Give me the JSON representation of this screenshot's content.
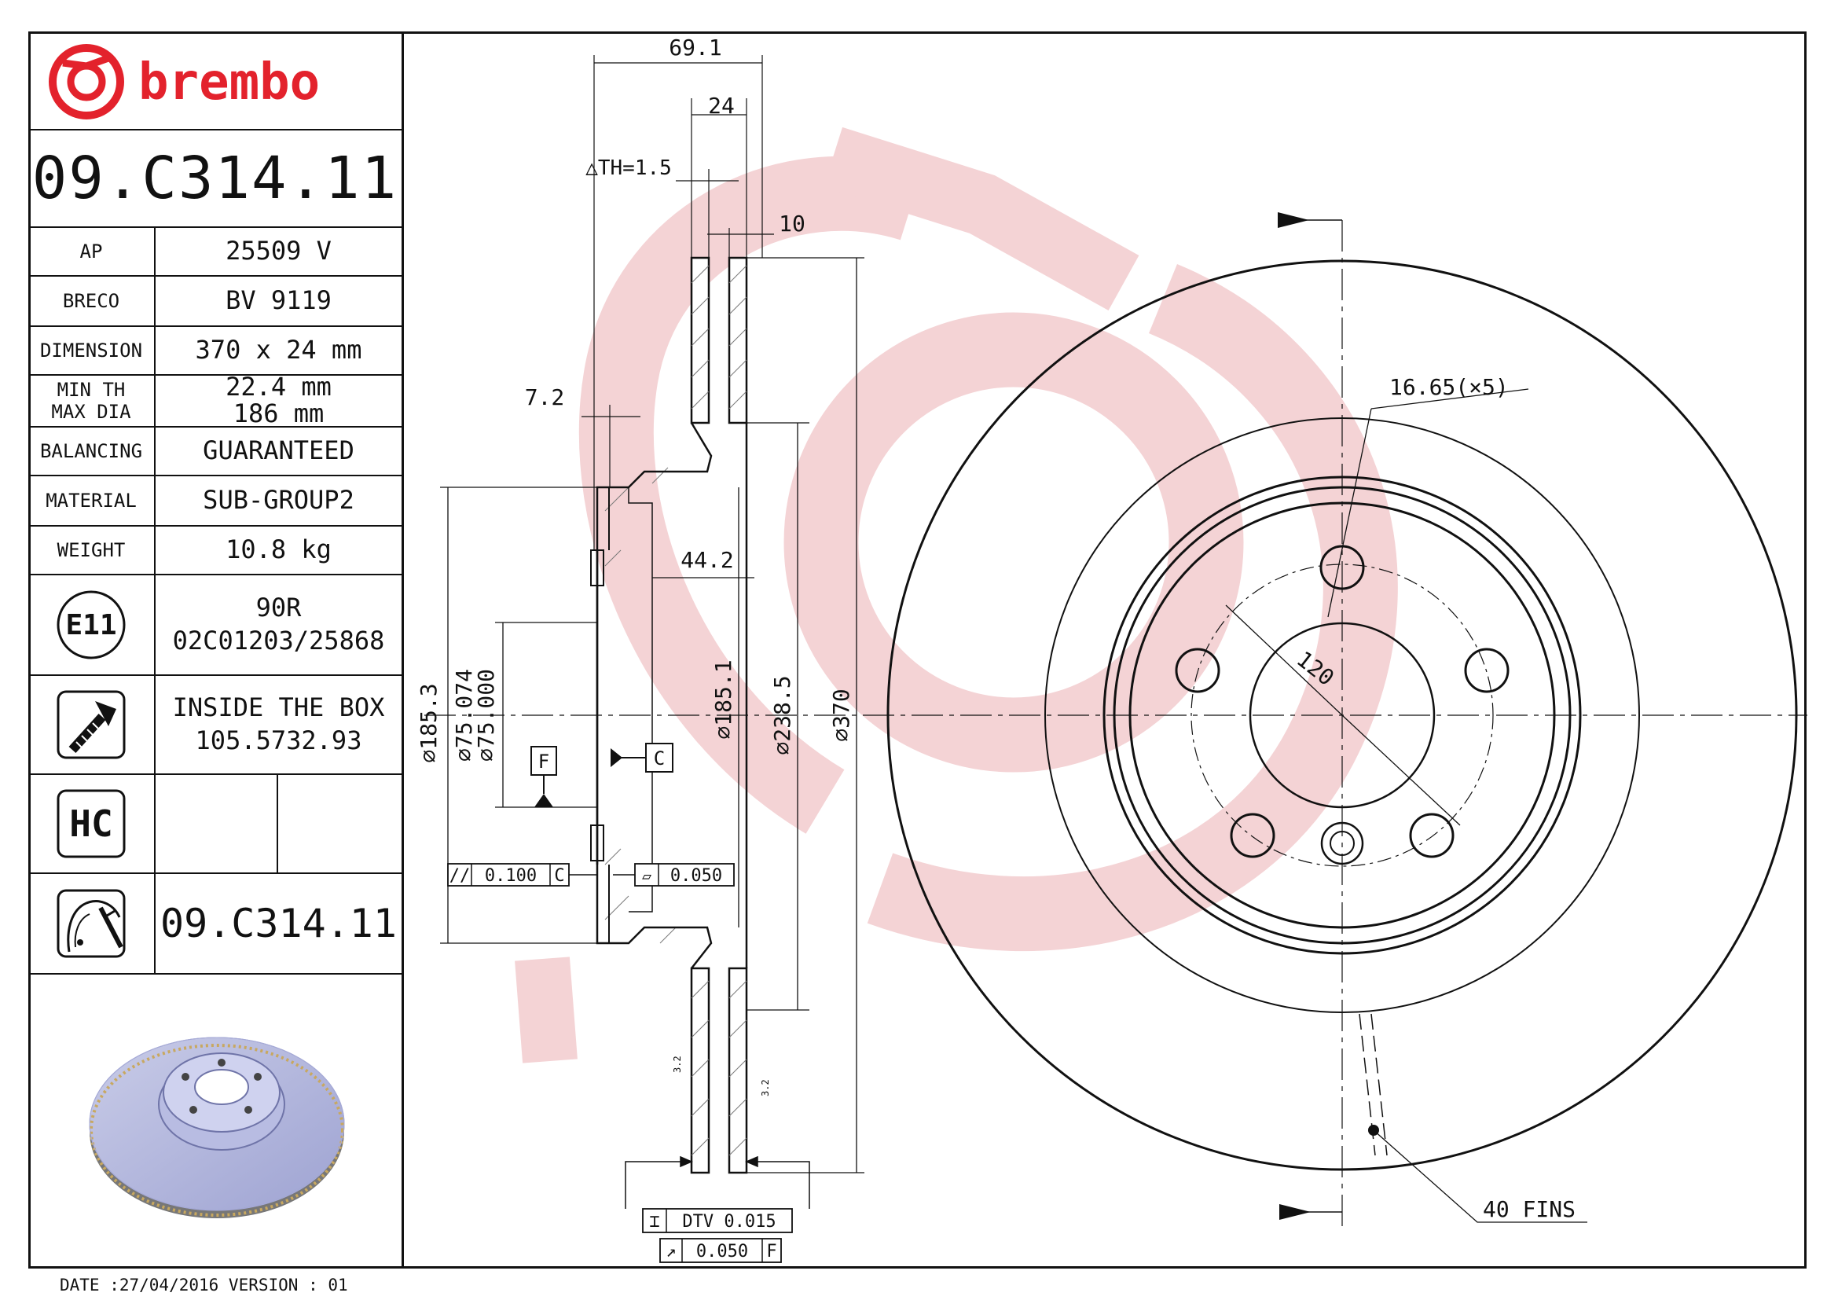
{
  "brand": {
    "name": "brembo",
    "color": "#e3222c"
  },
  "part_number": "09.C314.11",
  "specs": [
    {
      "label": "AP",
      "value": "25509 V"
    },
    {
      "label": "BRECO",
      "value": "BV 9119"
    },
    {
      "label": "DIMENSION",
      "value": "370 x 24 mm"
    },
    {
      "label": "MIN TH",
      "label2": "MAX DIA",
      "value": "22.4 mm",
      "value2": "186  mm"
    },
    {
      "label": "BALANCING",
      "value": "GUARANTEED"
    },
    {
      "label": "MATERIAL",
      "value": "SUB-GROUP2"
    },
    {
      "label": "WEIGHT",
      "value": "10.8 kg"
    }
  ],
  "approval": {
    "badge": "E11",
    "value": "90R",
    "value2": "02C01203/25868"
  },
  "inside_box": {
    "icon": "screw-icon",
    "value": "INSIDE THE BOX",
    "value2": "105.5732.93"
  },
  "coating": {
    "badge": "HC"
  },
  "disc_reference": {
    "icon": "disc-profile-icon",
    "value": "09.C314.11"
  },
  "footer": {
    "date_text": "DATE :27/04/2016 VERSION : 01"
  },
  "drawing": {
    "dimensions": {
      "overall_width": "69.1",
      "thickness": "24",
      "th_tolerance": "△TH=1.5",
      "vane": "10",
      "offset": "7.2",
      "hat_depth": "44.2",
      "d_185_3": "⌀185.3",
      "d_75_074": "⌀75.074",
      "d_75_000": "⌀75.000",
      "d_185_1": "⌀185.1",
      "d_238_5": "⌀238.5",
      "d_370": "⌀370",
      "bolt_hole": "16.65(×5)",
      "pcd": "120",
      "fins": "40 FINS"
    },
    "datums": {
      "f": "F",
      "c": "C"
    },
    "tolerances": {
      "parallel_sym": "//",
      "parallel_val": "0.100",
      "parallel_ref": "C",
      "flat_sym": "▱",
      "flat_val": "0.050",
      "dtv_sym": "⌶",
      "dtv_val": "DTV 0.015",
      "runout_sym": "↗",
      "runout_val": "0.050",
      "runout_ref": "F"
    },
    "roughness": {
      "left": "3.2",
      "right": "3.2"
    },
    "colors": {
      "line": "#111111",
      "watermark": "#f4d3d5",
      "disc_fill": "#b9bde0"
    }
  }
}
